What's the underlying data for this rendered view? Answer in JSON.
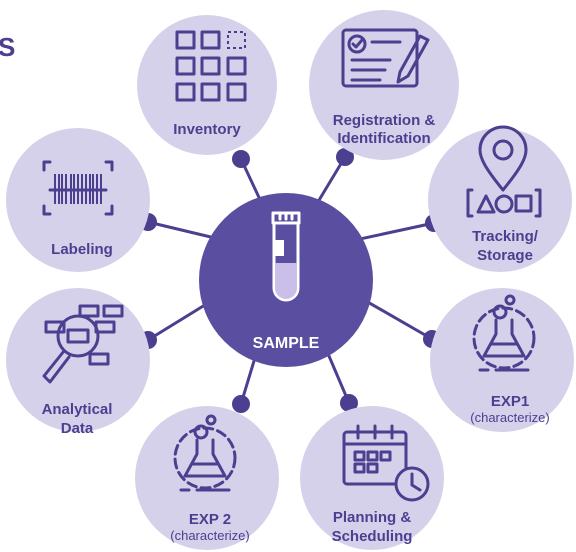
{
  "partial_text": "S",
  "center": {
    "label": "SAMPLE",
    "icon": "test-tube-icon"
  },
  "nodes": [
    {
      "id": "inventory",
      "label": "Inventory",
      "icon": "inventory-grid-icon"
    },
    {
      "id": "registration",
      "label_1": "Registration &",
      "label_2": "Identification",
      "icon": "registration-form-icon"
    },
    {
      "id": "tracking",
      "label_1": "Tracking/",
      "label_2": "Storage",
      "icon": "location-pin-icon"
    },
    {
      "id": "exp1",
      "label": "EXP1",
      "sub": "(characterize)",
      "icon": "flask-gear-icon"
    },
    {
      "id": "planning",
      "label_1": "Planning &",
      "label_2": "Scheduling",
      "icon": "calendar-clock-icon"
    },
    {
      "id": "exp2",
      "label": "EXP 2",
      "sub": "(characterize)",
      "icon": "flask-gear-icon"
    },
    {
      "id": "analytical",
      "label_1": "Analytical",
      "label_2": "Data",
      "icon": "magnifier-data-icon"
    },
    {
      "id": "labeling",
      "label": "Labeling",
      "icon": "barcode-icon"
    }
  ],
  "colors": {
    "node_fill": "#d6d1ea",
    "primary": "#4b3f8f",
    "center_fill": "#5a4ea0",
    "text_light": "#ffffff"
  }
}
